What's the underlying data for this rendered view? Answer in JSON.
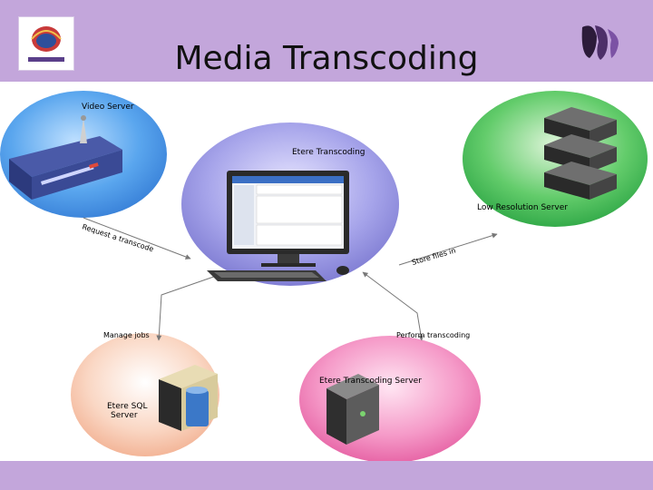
{
  "slide": {
    "title": "Media Transcoding"
  },
  "nodes": {
    "video_server": {
      "label": "Video Server"
    },
    "transcoding_center": {
      "label": "Etere Transcoding"
    },
    "low_res_server": {
      "label": "Low Resolution Server"
    },
    "sql_server": {
      "label_line1": "Etere SQL",
      "label_line2": "Server"
    },
    "transcoding_server": {
      "label": "Etere Transcoding Server"
    }
  },
  "edges": {
    "request": {
      "label": "Request a transcode"
    },
    "store": {
      "label": "Store files in"
    },
    "manage": {
      "label": "Manage jobs"
    },
    "perform": {
      "label": "Perform transcoding"
    }
  },
  "colors": {
    "header": "#c3a6db",
    "blob_blue": "#3f8fe0",
    "blob_green": "#27b94a",
    "blob_lavender": "#8a88d6",
    "blob_peach": "#f0b79a",
    "blob_pink": "#ec6aa8",
    "label_red": "#9a2c2c"
  }
}
